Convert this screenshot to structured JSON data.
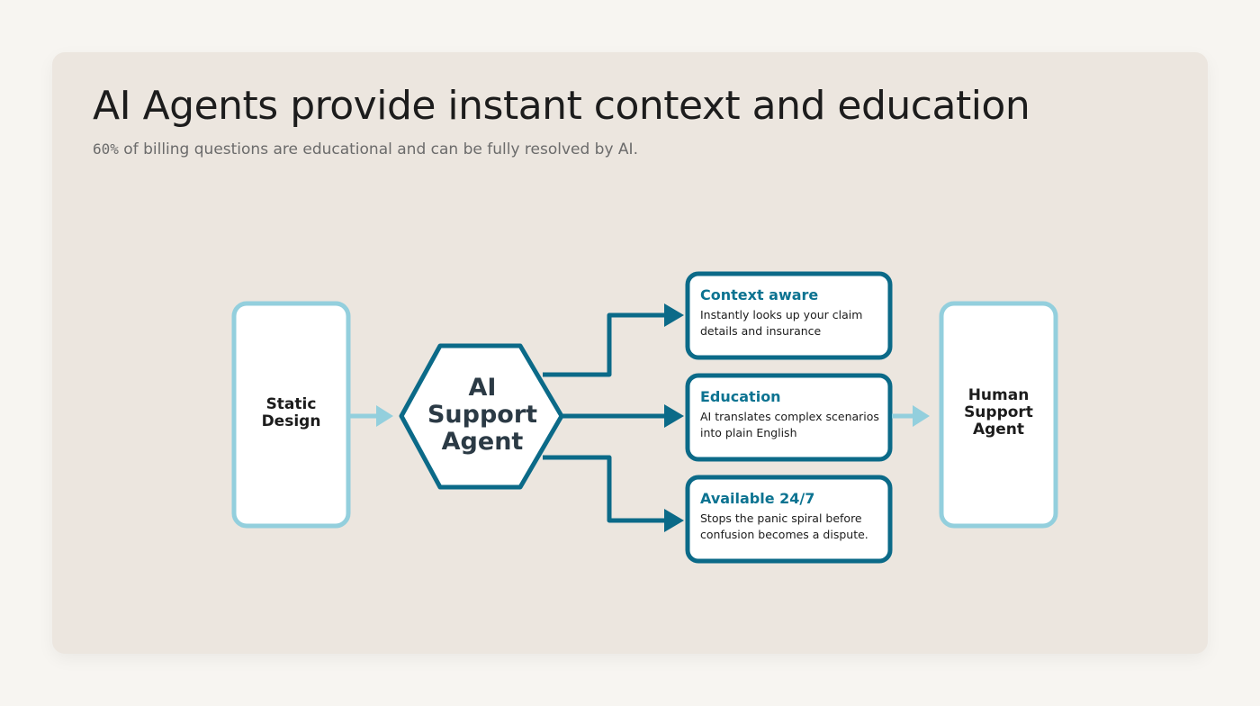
{
  "header": {
    "title": "AI Agents provide instant context and education",
    "subtitle_stat": "60%",
    "subtitle_rest": " of billing questions are educational and can be fully resolved by AI."
  },
  "diagram": {
    "left_node": {
      "line1": "Static",
      "line2": "Design"
    },
    "center_node": {
      "line1": "AI",
      "line2": "Support",
      "line3": "Agent"
    },
    "features": [
      {
        "title": "Context aware",
        "desc": "Instantly looks up your claim details and insurance"
      },
      {
        "title": "Education",
        "desc": "AI translates complex scenarios into plain English"
      },
      {
        "title": "Available 24/7",
        "desc": "Stops the panic spiral before confusion becomes a dispute."
      }
    ],
    "right_node": {
      "line1": "Human",
      "line2": "Support",
      "line3": "Agent"
    }
  },
  "colors": {
    "background": "#f7f5f1",
    "card": "#ece6df",
    "dark_teal": "#0b6a88",
    "light_blue": "#93cfdd",
    "feature_title": "#0c7391"
  }
}
